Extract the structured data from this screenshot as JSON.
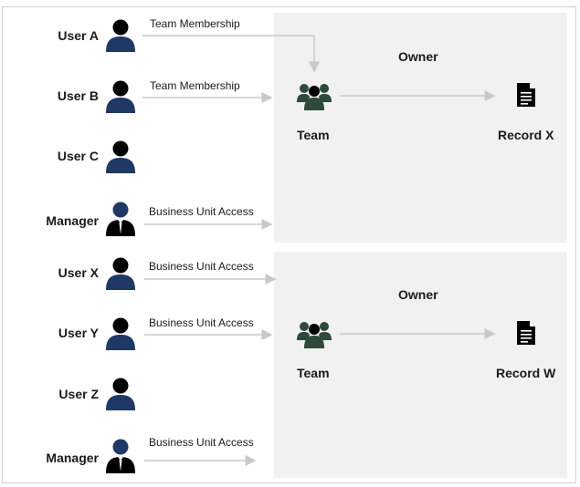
{
  "users_top": [
    "User A",
    "User B",
    "User C",
    "Manager"
  ],
  "users_bottom": [
    "User X",
    "User Y",
    "User Z",
    "Manager"
  ],
  "edges": {
    "a": "Team Membership",
    "b": "Team Membership",
    "m1": "Business Unit Access",
    "x": "Business Unit Access",
    "y": "Business Unit Access",
    "m2": "Business Unit Access"
  },
  "panel_top": {
    "owner": "Owner",
    "team": "Team",
    "record": "Record X"
  },
  "panel_bottom": {
    "owner": "Owner",
    "team": "Team",
    "record": "Record W"
  },
  "colors": {
    "user": "#1f3864",
    "team": "#2d4a3a",
    "panel": "#f1f1f1",
    "arrow": "#c8c8c8"
  }
}
